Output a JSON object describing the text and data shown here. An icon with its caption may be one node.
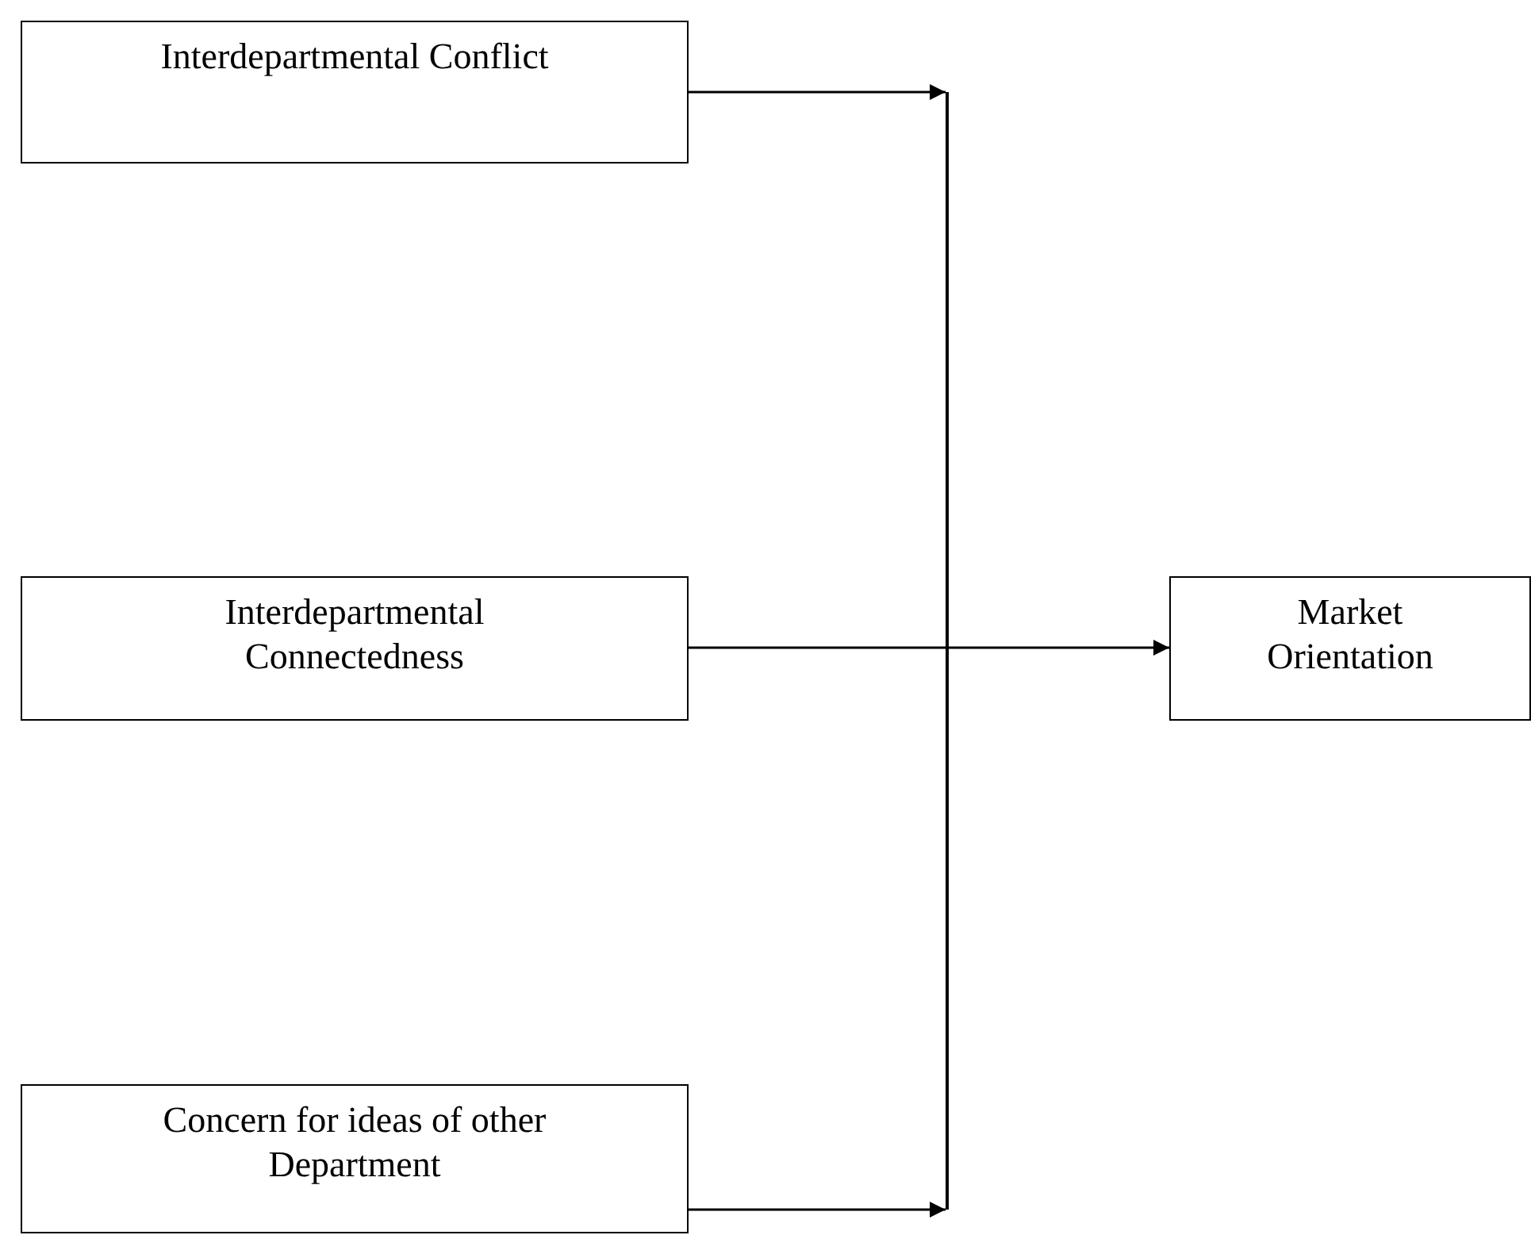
{
  "diagram": {
    "nodes": [
      {
        "text": [
          "Interdepartmental Conflict"
        ]
      },
      {
        "text": [
          "Interdepartmental Connectedness"
        ]
      },
      {
        "text": [
          "Concern for ideas of other Department"
        ]
      },
      {
        "text": [
          "Market Orientation"
        ]
      },
      {
        "text": [],
        "shape": "bar"
      }
    ],
    "edges": [
      {
        "from": 0,
        "to": 4,
        "arrow": "to"
      },
      {
        "from": 1,
        "to": 3,
        "arrow": "to"
      },
      {
        "from": 2,
        "to": 4,
        "arrow": "to"
      }
    ]
  }
}
